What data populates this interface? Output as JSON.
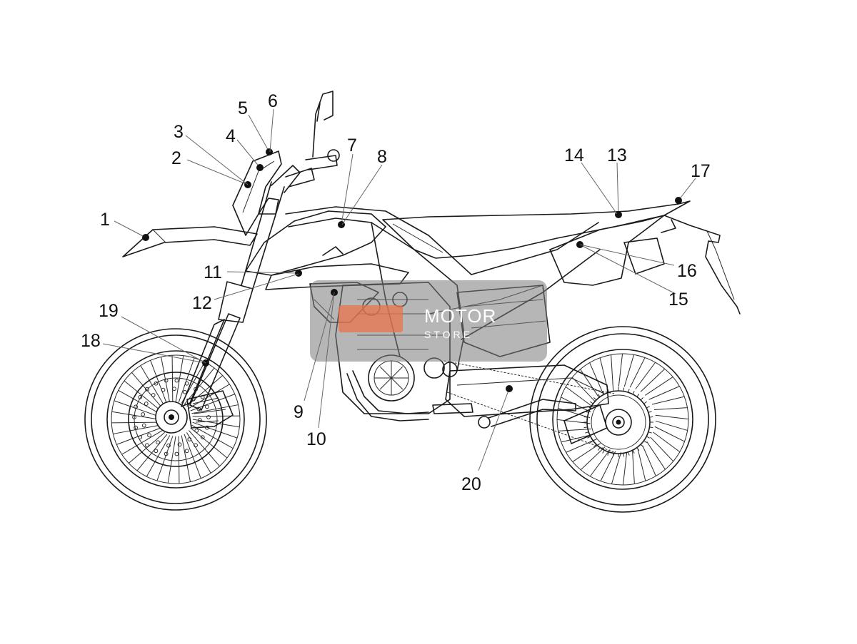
{
  "callouts": [
    {
      "number": "1"
    },
    {
      "number": "2"
    },
    {
      "number": "3"
    },
    {
      "number": "4"
    },
    {
      "number": "5"
    },
    {
      "number": "6"
    },
    {
      "number": "7"
    },
    {
      "number": "8"
    },
    {
      "number": "9"
    },
    {
      "number": "10"
    },
    {
      "number": "11"
    },
    {
      "number": "12"
    },
    {
      "number": "13"
    },
    {
      "number": "14"
    },
    {
      "number": "15"
    },
    {
      "number": "16"
    },
    {
      "number": "17"
    },
    {
      "number": "18"
    },
    {
      "number": "19"
    },
    {
      "number": "20"
    }
  ],
  "watermark": {
    "text": "MOTOR",
    "subtext": "STORE"
  },
  "colors": {
    "line": "#1a1a1a",
    "watermark_bg": "#7a7a7a",
    "watermark_accent": "#e8734a"
  }
}
